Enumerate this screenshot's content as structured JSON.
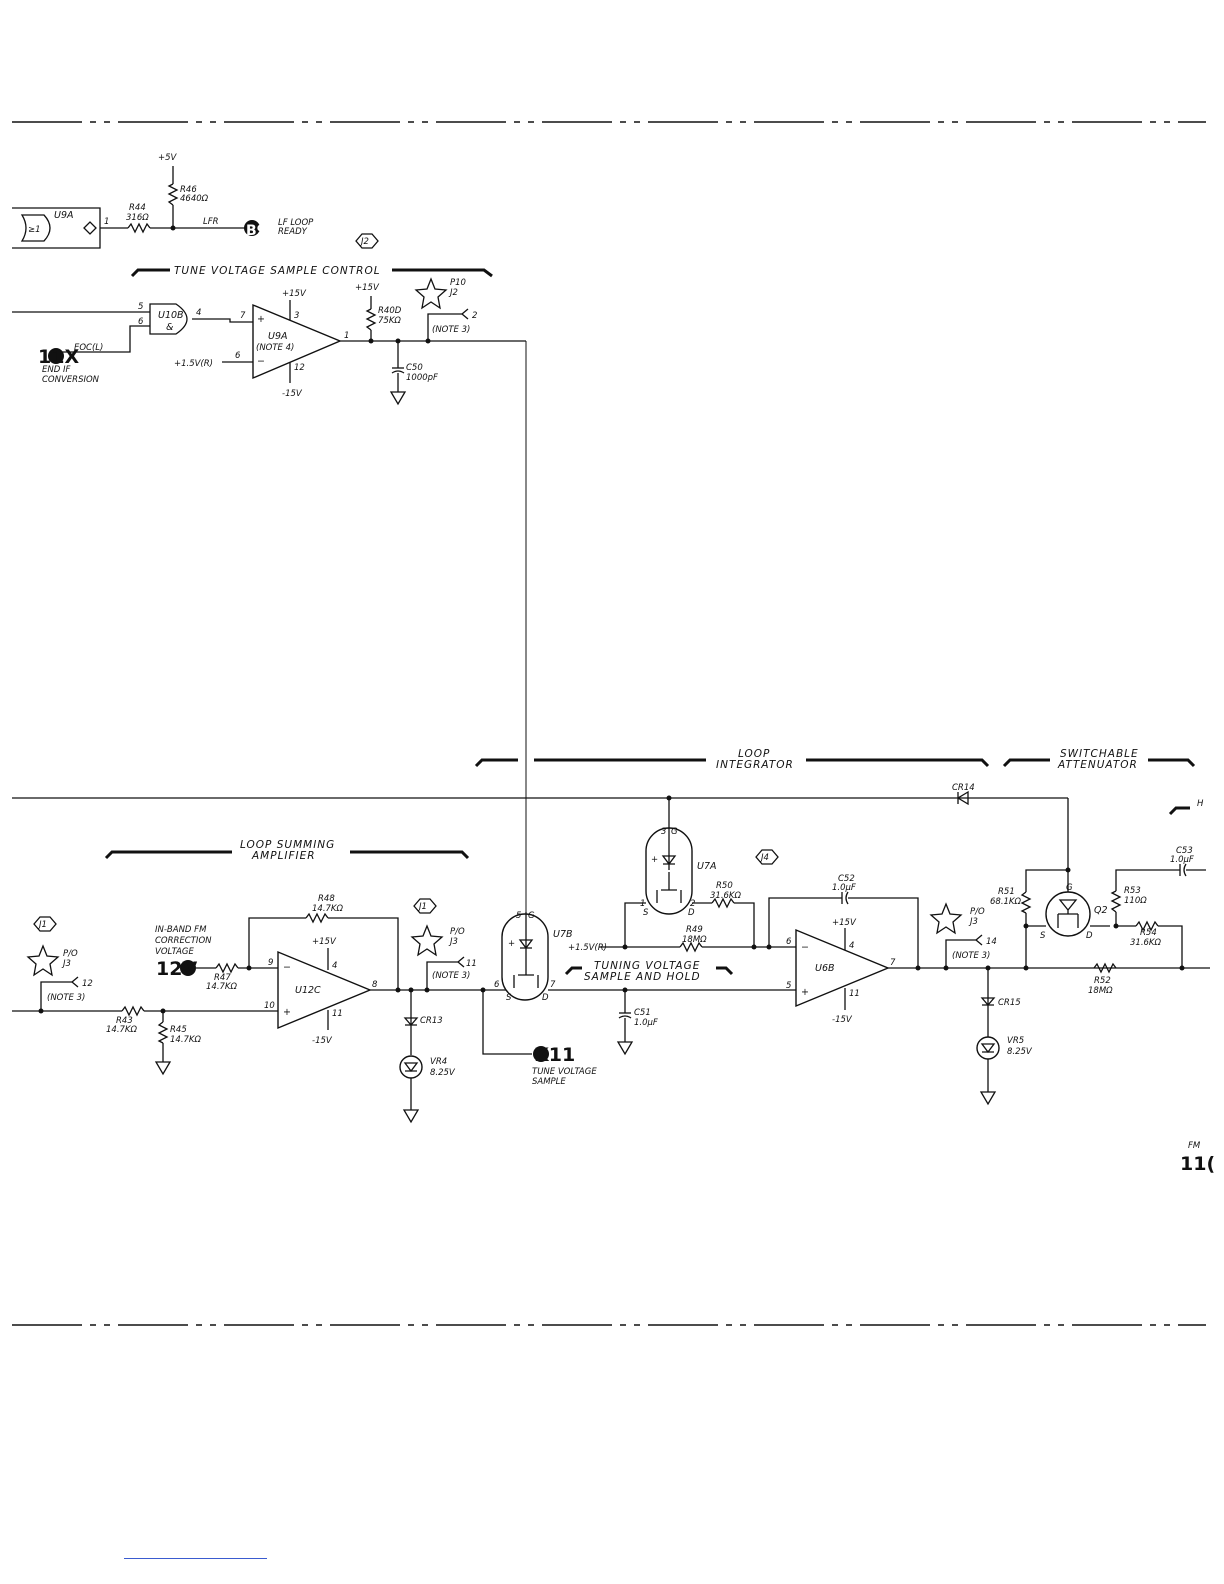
{
  "logic": {
    "u9a_gate": "U9A",
    "ge1": "≥1",
    "pin1": "1",
    "r44_name": "R44",
    "r44_value": "316Ω",
    "r46_name": "R46",
    "r46_value": "4640Ω",
    "plus5v": "+5V",
    "lfr_net": "LFR",
    "b9_conn": "B9",
    "lf_loop": "LF LOOP",
    "ready": "READY",
    "j2_ref": "J2"
  },
  "tvsc": {
    "title": "TUNE VOLTAGE SAMPLE CONTROL",
    "u10b": "U10B",
    "amp": "&",
    "pin5": "5",
    "pin6": "6",
    "pin4": "4",
    "conn": "11X",
    "eoc": "EOC(L)",
    "end_if": "END IF",
    "conversion": "CONVERSION",
    "u9a_name": "U9A",
    "note4": "(NOTE 4)",
    "plus15": "+15V",
    "minus15": "-15V",
    "pin7": "7",
    "pin3": "3",
    "pin12": "12",
    "pinb6": "6",
    "out1": "1",
    "bias": "+1.5V(R)",
    "plus_sign": "+",
    "minus_sign": "−",
    "r40d_supply": "+15V",
    "r40d_name": "R40D",
    "r40d_value": "75KΩ",
    "c50_name": "C50",
    "c50_value": "1000pF",
    "p10": "P10",
    "j2": "J2",
    "pin2": "2",
    "note3": "(NOTE 3)"
  },
  "sections": {
    "loop": "LOOP",
    "integrator": "INTEGRATOR",
    "switchable": "SWITCHABLE",
    "attenuator": "ATTENUATOR",
    "loop_summing": "LOOP SUMMING",
    "amplifier": "AMPLIFIER",
    "tuning_voltage": "TUNING VOLTAGE",
    "sample_hold": "SAMPLE AND HOLD",
    "cut_h": "H",
    "cut_fm": "FM",
    "cut_11": "11("
  },
  "summing": {
    "j1_ref": "J1",
    "p10": "P/O",
    "j3": "J3",
    "pin12": "12",
    "note3": "(NOTE 3)",
    "r43_name": "R43",
    "r43_value": "14.7KΩ",
    "r45_name": "R45",
    "r45_value": "14.7KΩ",
    "inband1": "IN-BAND FM",
    "inband2": "CORRECTION",
    "inband3": "VOLTAGE",
    "conn12v": "12V",
    "r47_name": "R47",
    "r47_value": "14.7KΩ",
    "r48_name": "R48",
    "r48_value": "14.7KΩ",
    "u12c": "U12C",
    "plus15": "+15V",
    "minus15": "-15V",
    "pin9": "9",
    "pin4": "4",
    "pin8": "8",
    "pin10": "10",
    "pin11": "11",
    "minus_sign": "−",
    "plus_sign": "+",
    "vj1_ref": "J1",
    "p10b": "P/O",
    "j3b": "J3",
    "pin11b": "11",
    "note3b": "(NOTE 3)",
    "cr13": "CR13",
    "vr4": "VR4",
    "vr4_value": "8.25V"
  },
  "sampler": {
    "u7b": "U7B",
    "pin5": "5",
    "pinG": "G",
    "pinS": "S",
    "pinD": "D",
    "pin6": "6",
    "pin7": "7",
    "k11": "K11",
    "tune1": "TUNE VOLTAGE",
    "tune2": "SAMPLE",
    "c51_name": "C51",
    "c51_value": "1.0μF",
    "u7a": "U7A",
    "pin3": "3",
    "pinG2": "G",
    "pin1": "1",
    "pin2": "2",
    "pinS2": "S",
    "pinD2": "D",
    "j4_ref": "J4",
    "r50_name": "R50",
    "r50_value": "31.6KΩ",
    "r49_name": "R49",
    "r49_value": "18MΩ",
    "bias": "+1.5V(R)"
  },
  "integrator": {
    "c52_name": "C52",
    "c52_value": "1.0μF",
    "u6b": "U6B",
    "plus15": "+15V",
    "minus15": "-15V",
    "pin6": "6",
    "pin4": "4",
    "pin5": "5",
    "pin7": "7",
    "pin11": "11",
    "minus_sign": "−",
    "plus_sign": "+",
    "p10": "P/O",
    "j3": "J3",
    "pin14": "14",
    "note3": "(NOTE 3)",
    "cr15": "CR15",
    "vr5": "VR5",
    "vr5_value": "8.25V",
    "cr14": "CR14"
  },
  "attenuator": {
    "r51_name": "R51",
    "r51_value": "68.1KΩ",
    "q2": "Q2",
    "pinG": "G",
    "pinS": "S",
    "pinD": "D",
    "r53_name": "R53",
    "r53_value": "110Ω",
    "r54_name": "R54",
    "r54_value": "31.6KΩ",
    "r52_name": "R52",
    "r52_value": "18MΩ",
    "c53_name": "C53",
    "c53_value": "1.0μF"
  }
}
